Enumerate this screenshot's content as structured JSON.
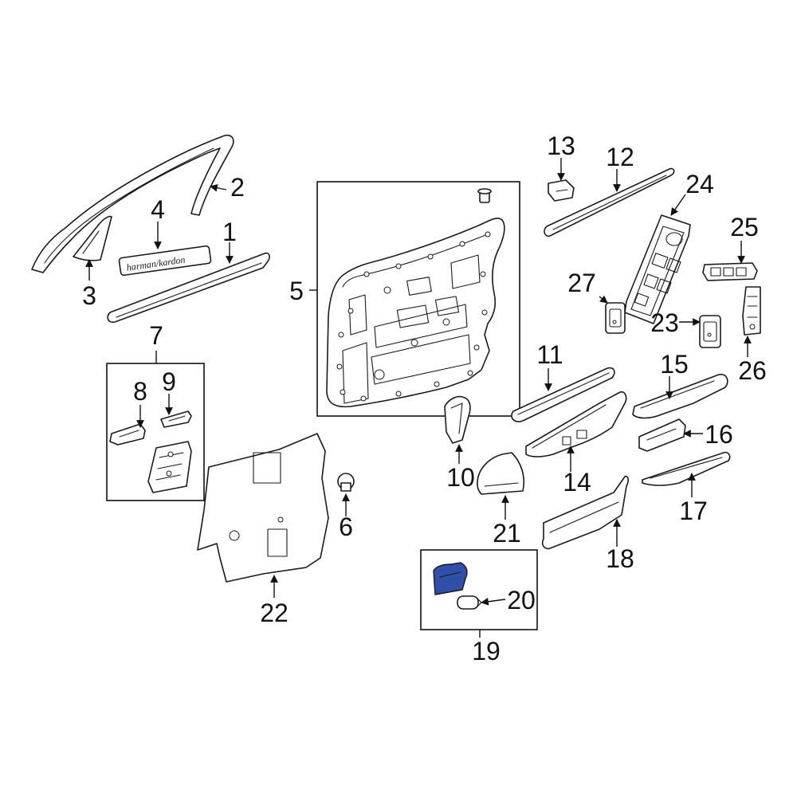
{
  "diagram": {
    "highlight_color": "#2f4fa8",
    "highlighted_part": "19",
    "badge_text": "harman/kardon",
    "callouts": {
      "c1": "1",
      "c2": "2",
      "c3": "3",
      "c4": "4",
      "c5": "5",
      "c6": "6",
      "c7": "7",
      "c8": "8",
      "c9": "9",
      "c10": "10",
      "c11": "11",
      "c12": "12",
      "c13": "13",
      "c14": "14",
      "c15": "15",
      "c16": "16",
      "c17": "17",
      "c18": "18",
      "c19": "19",
      "c20": "20",
      "c21": "21",
      "c22": "22",
      "c23": "23",
      "c24": "24",
      "c25": "25",
      "c26": "26",
      "c27": "27"
    }
  }
}
